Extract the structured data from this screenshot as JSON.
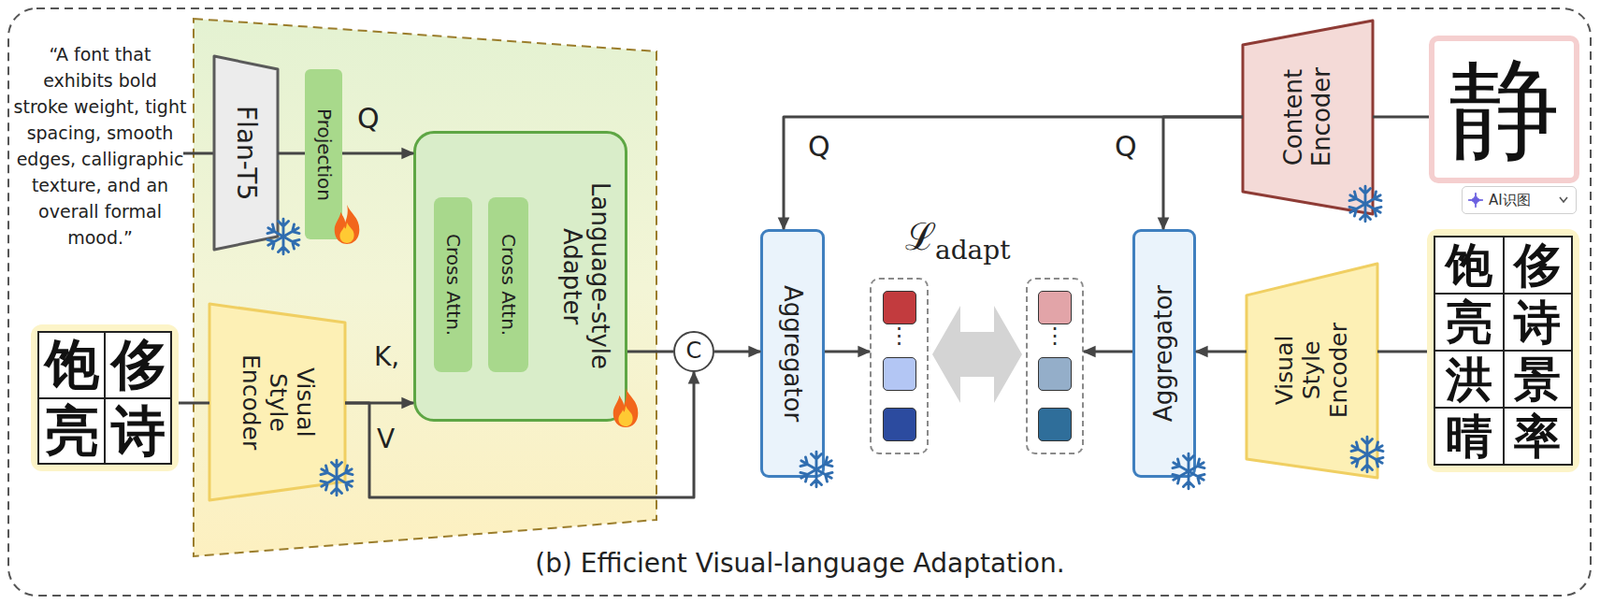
{
  "diagram": {
    "caption": "(b) Efficient Visual-language Adaptation.",
    "nodes": [
      {
        "text": [
          "Flan-T5"
        ]
      },
      {
        "text": [
          "Projection"
        ]
      },
      {
        "text": [
          "Language-style Adapter"
        ]
      },
      {
        "text": [
          "Cross Attn."
        ],
        "in": 2
      },
      {
        "text": [
          "Cross Attn."
        ],
        "in": 2
      },
      {
        "text": [
          "饱",
          "侈",
          "亮",
          "诗"
        ]
      },
      {
        "text": [
          "Visual Style Encoder"
        ]
      },
      {
        "text": [
          "C"
        ]
      },
      {
        "text": [
          "Aggregator"
        ]
      },
      {
        "text": [
          "⋮"
        ]
      },
      {
        "text": [
          "⋮"
        ]
      },
      {
        "text": [
          "Aggregator"
        ]
      },
      {
        "text": [
          "Content Encoder"
        ]
      },
      {
        "text": [
          "静"
        ]
      },
      {
        "text": [
          "Visual Style Encoder"
        ]
      },
      {
        "text": [
          "饱",
          "侈",
          "亮",
          "诗",
          "洪",
          "景",
          "晴",
          "率"
        ]
      }
    ],
    "edges": [
      {
        "from": 0,
        "to": 1,
        "arrow": "none"
      },
      {
        "from": 1,
        "to": 2,
        "arrow": "to",
        "label": "Q"
      },
      {
        "from": 5,
        "to": 6,
        "arrow": "none"
      },
      {
        "from": 6,
        "to": 2,
        "arrow": "to",
        "label": "K,"
      },
      {
        "from": 6,
        "to": 7,
        "arrow": "to"
      },
      {
        "from": 2,
        "to": 7,
        "arrow": "none"
      },
      {
        "from": 7,
        "to": 8,
        "arrow": "to"
      },
      {
        "from": 8,
        "to": 9,
        "arrow": "to"
      },
      {
        "from": 9,
        "to": 10,
        "arrow": "both"
      },
      {
        "from": 11,
        "to": 10,
        "arrow": "to"
      },
      {
        "from": 14,
        "to": 11,
        "arrow": "to"
      },
      {
        "from": 15,
        "to": 14,
        "arrow": "none"
      },
      {
        "from": 13,
        "to": 12,
        "arrow": "none"
      },
      {
        "from": 12,
        "to": 8,
        "arrow": "to",
        "label": "Q"
      },
      {
        "from": 12,
        "to": 11,
        "arrow": "to",
        "label": "Q"
      }
    ],
    "labels": [
      "“A font that exhibits bold stroke weight, tight spacing, smooth edges, calligraphic texture, and an overall formal mood.”",
      "V",
      "ℒ",
      "adapt",
      "AI识图"
    ]
  }
}
